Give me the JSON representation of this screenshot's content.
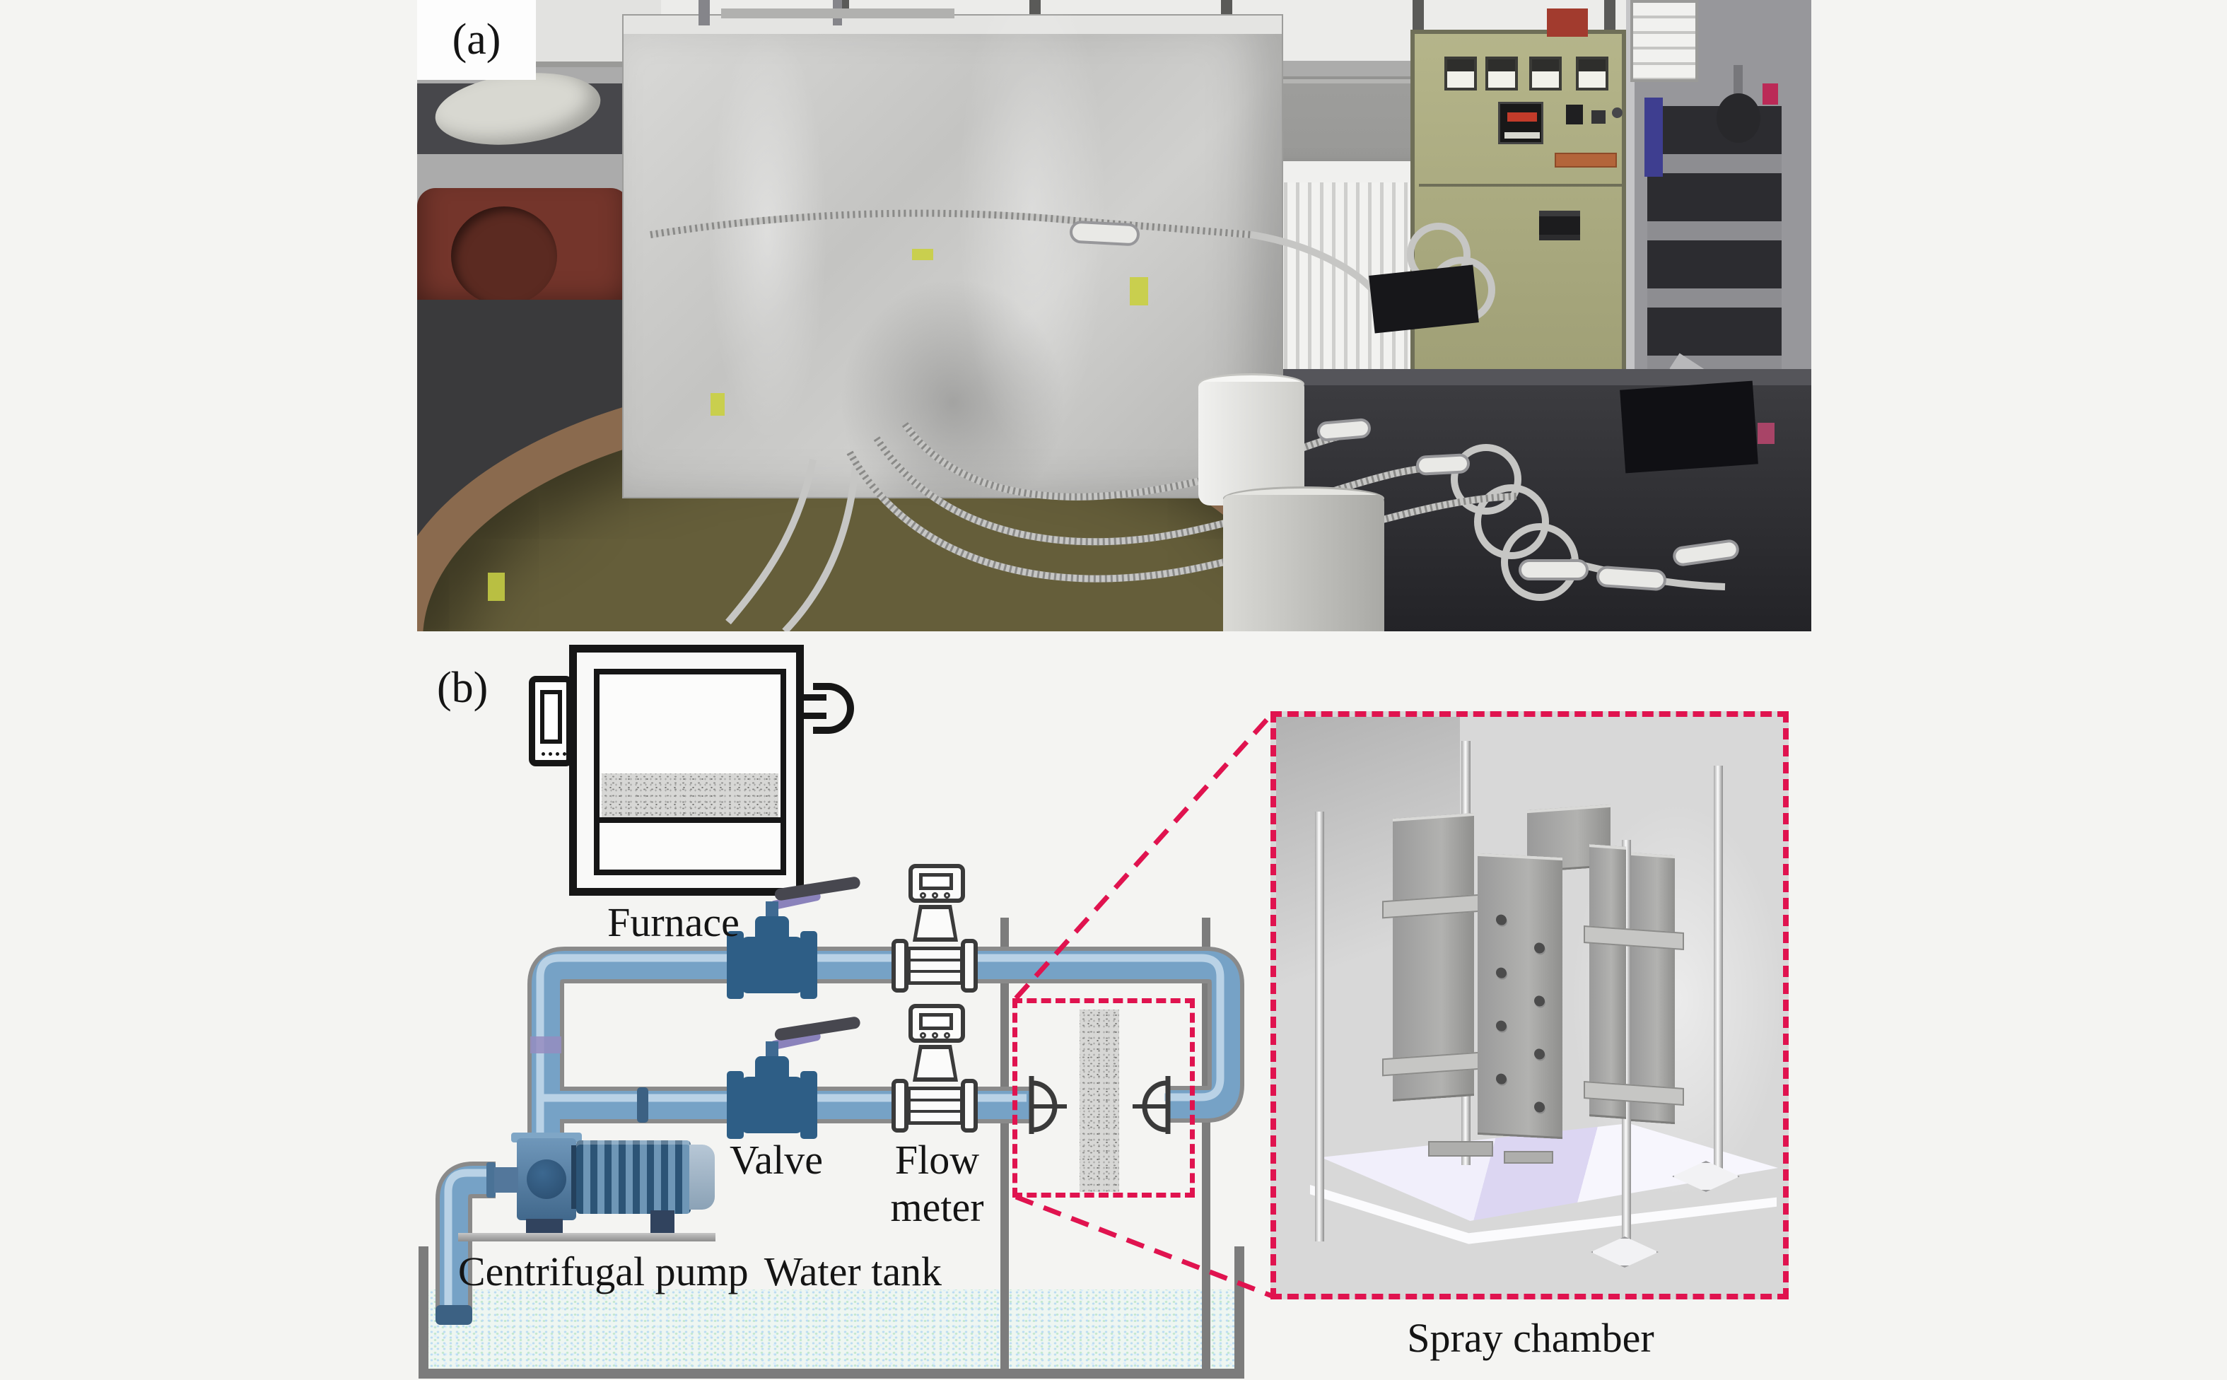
{
  "figure": {
    "panel_a": "(a)",
    "panel_b": "(b)"
  },
  "labels": {
    "furnace": "Furnace",
    "valve": "Valve",
    "flow_meter": "Flow meter",
    "centrifugal_pump": "Centrifugal pump",
    "water_tank": "Water tank",
    "spray_chamber": "Spray chamber"
  },
  "colors": {
    "canvas-bg": "#f4f4f2",
    "accent-dashed": "#e0134f",
    "pipe-core": "#76a2c6",
    "pipe-highlight": "#b9d2e6",
    "pipe-casing": "#8a8a8a",
    "valve-blue": "#2e5e86",
    "handle-purple": "#8a82bb",
    "steel-dark": "#31435e",
    "wall-gray": "#7c7c7c",
    "water-blue": "#bcdcf2",
    "water-green": "#c4e8cf",
    "render-bg": "#d8d8d8",
    "cabinet-olive": "#a8a87e",
    "tub-olive": "#655e3a",
    "tub-brown": "#8a6a4e",
    "ink": "#141414"
  }
}
